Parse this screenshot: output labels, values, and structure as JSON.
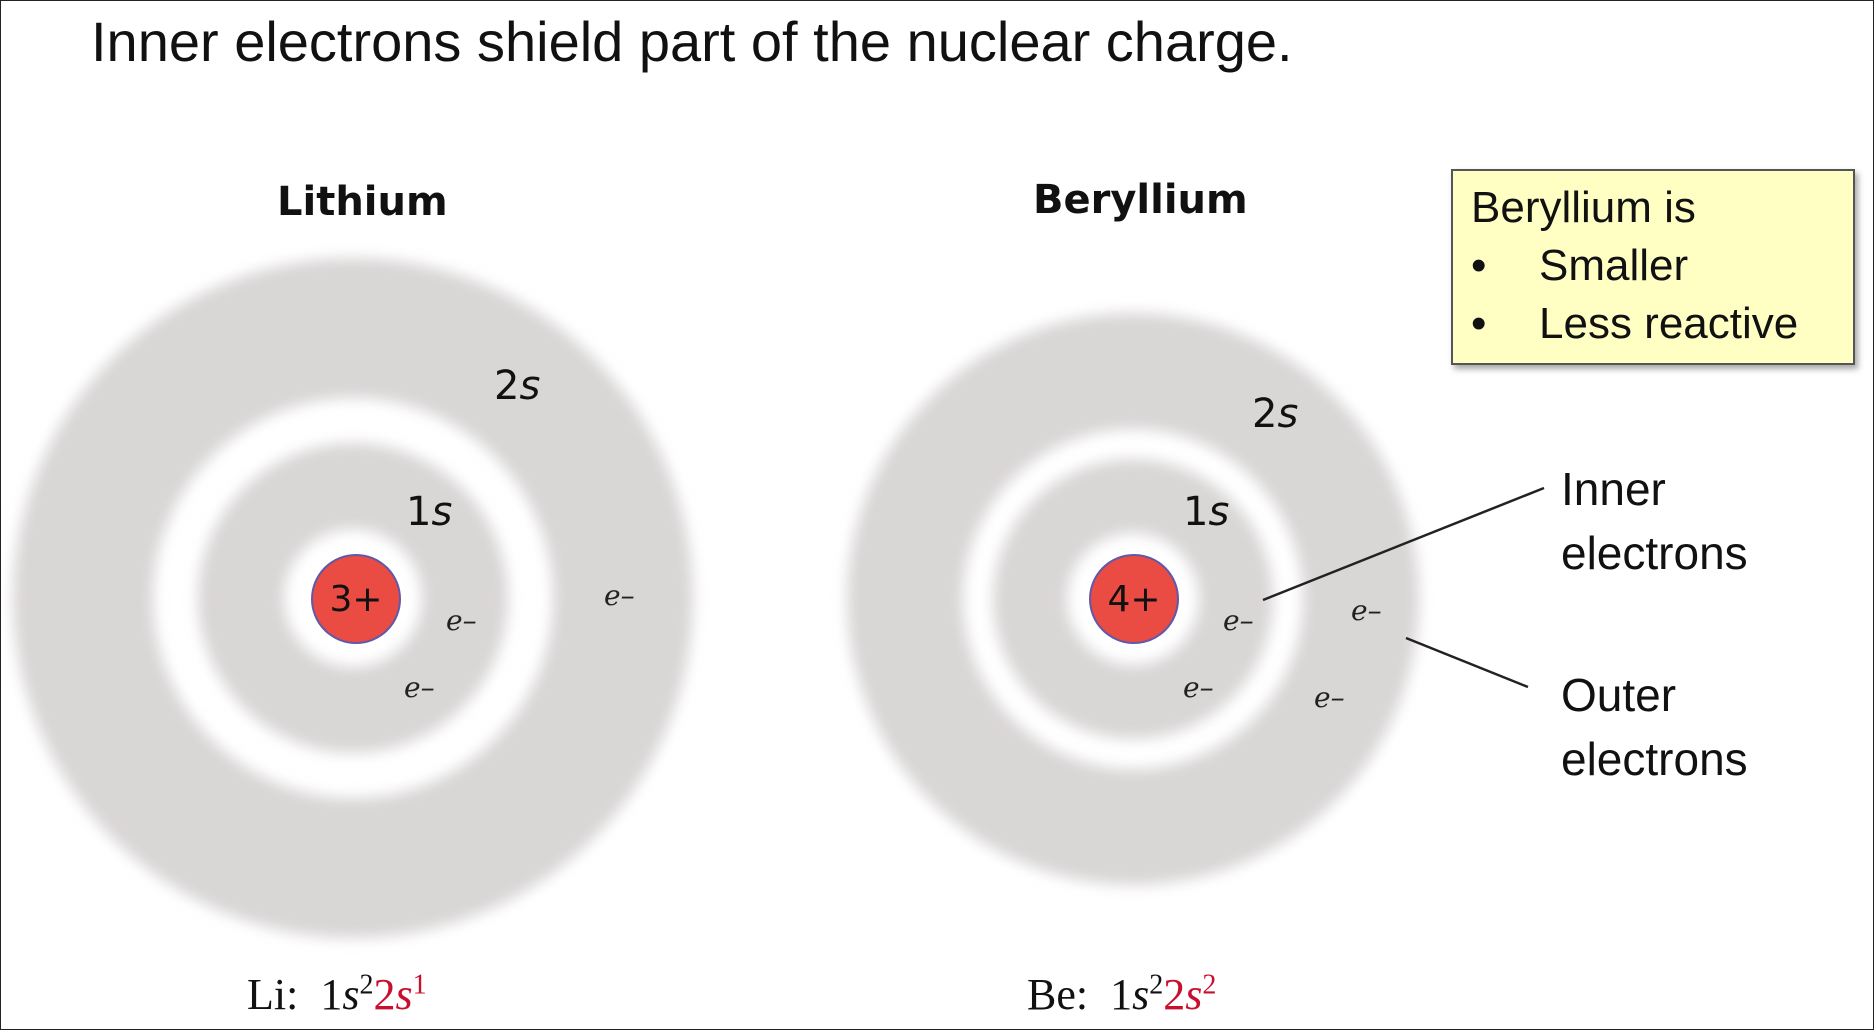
{
  "title": "Inner electrons shield part of the nuclear charge.",
  "colors": {
    "shell": "#d9d6d6",
    "nucleus": "#ea4b43",
    "nucleus_border": "#6058a8",
    "highlight_red": "#c8102e",
    "callout_bg": "#ffffc4"
  },
  "lithium": {
    "name": "Lithium",
    "nucleus_charge": "3+",
    "orbital_1s": {
      "num": "1",
      "letter": "s"
    },
    "orbital_2s": {
      "num": "2",
      "letter": "s"
    },
    "electron_symbol": "e–",
    "config": {
      "prefix": "Li:",
      "n1": "1",
      "l1": "s",
      "e1": "2",
      "n2": "2",
      "l2": "s",
      "e2": "1"
    }
  },
  "beryllium": {
    "name": "Beryllium",
    "nucleus_charge": "4+",
    "orbital_1s": {
      "num": "1",
      "letter": "s"
    },
    "orbital_2s": {
      "num": "2",
      "letter": "s"
    },
    "electron_symbol": "e–",
    "config": {
      "prefix": "Be:",
      "n1": "1",
      "l1": "s",
      "e1": "2",
      "n2": "2",
      "l2": "s",
      "e2": "2"
    }
  },
  "callout": {
    "heading": "Beryllium is",
    "bullet": "•",
    "items": [
      "Smaller",
      "Less reactive"
    ]
  },
  "labels": {
    "inner": [
      "Inner",
      "electrons"
    ],
    "outer": [
      "Outer",
      "electrons"
    ]
  }
}
